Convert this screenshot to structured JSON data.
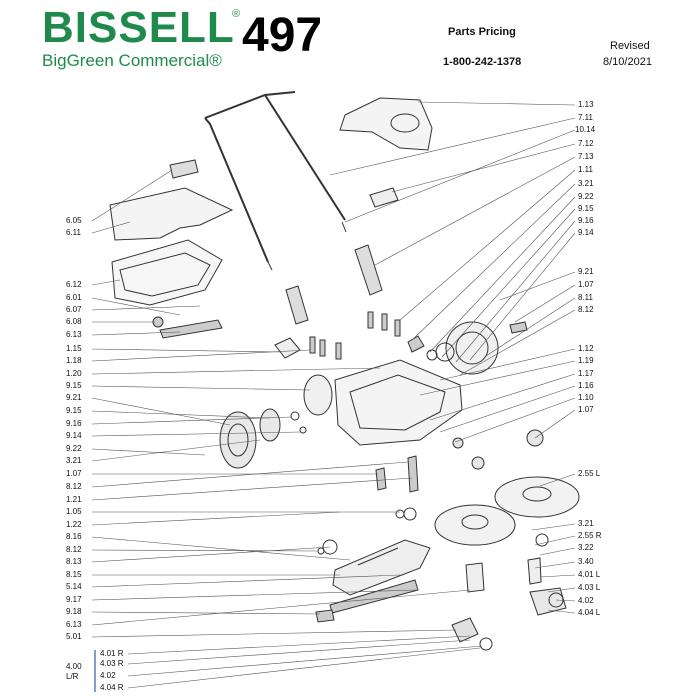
{
  "header": {
    "brand_word": "BISSELL",
    "brand_registered": "®",
    "brand_sub": "BigGreen Commercial®",
    "model_number": "497",
    "parts_pricing": "Parts Pricing",
    "phone": "1-800-242-1378",
    "revised_label": "Revised",
    "revised_date": "8/10/2021"
  },
  "brand_color": "#1f8a4c",
  "callouts_right": [
    "1.13",
    "7.11",
    "10.14",
    "7.12",
    "7.13",
    "1.11",
    "3.21",
    "9.22",
    "9.15",
    "9.16",
    "9.14",
    "9.21",
    "1.07",
    "8.11",
    "8.12",
    "1.12",
    "1.19",
    "1.17",
    "1.16",
    "1.10",
    "1.07",
    "2.55 L",
    "3.21",
    "2.55 R",
    "3.22",
    "3.40",
    "4.01 L",
    "4.03 L",
    "4.02",
    "4.04 L"
  ],
  "callouts_left": [
    "6.05",
    "6.11",
    "6.12",
    "6.01",
    "6.07",
    "6.08",
    "6.13",
    "1.15",
    "1.18",
    "1.20",
    "9.15",
    "9.21",
    "9.15",
    "9.16",
    "9.14",
    "9.22",
    "3.21",
    "1.07",
    "8.12",
    "1.21",
    "1.05",
    "1.22",
    "8.16",
    "8.12",
    "8.13",
    "8.15",
    "5.14",
    "9.17",
    "9.18",
    "6.13",
    "5.01"
  ],
  "group": {
    "label": "4.00",
    "sub": "L/R",
    "items": [
      "4.01 R",
      "4.03 R",
      "4.02",
      "4.04 R"
    ]
  }
}
